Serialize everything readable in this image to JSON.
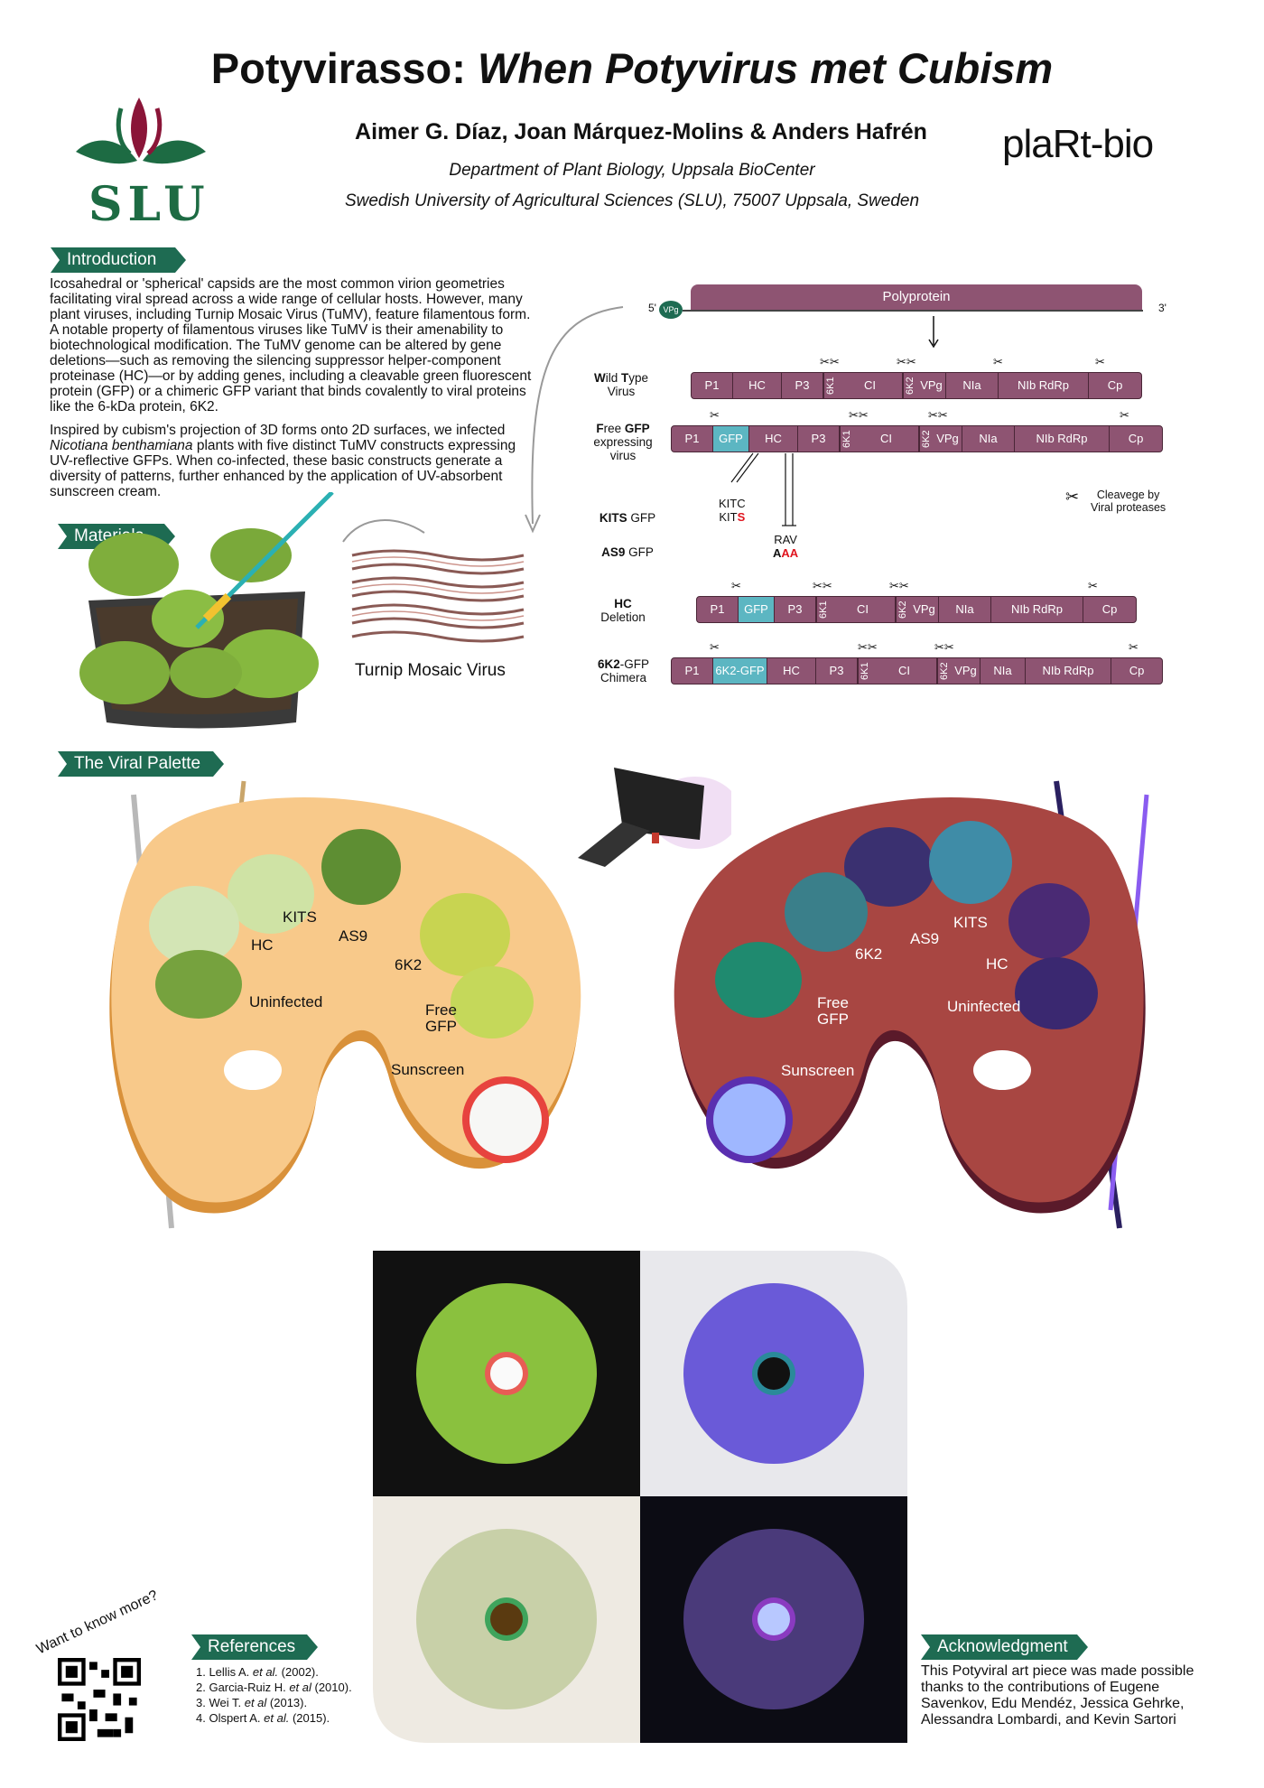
{
  "header": {
    "title_main": "Potyvirasso: ",
    "title_italic": "When Potyvirus met Cubism",
    "authors": "Aimer G. Díaz, Joan Márquez-Molins & Anders Hafrén",
    "affiliation_line1": "Department of Plant Biology, Uppsala BioCenter",
    "affiliation_line2": "Swedish University of Agricultural Sciences (SLU), 75007 Uppsala, Sweden",
    "logo_left_text": "SLU",
    "logo_right_text": "plaRt-bio"
  },
  "colors": {
    "section_tag": "#1e6b52",
    "gene_box": "#8e5472",
    "gfp": "#5cb6c2",
    "slu_green": "#1d6b43",
    "slu_red": "#8a1538",
    "palette_orange": "#f8c98a",
    "palette_red": "#a84642"
  },
  "intro": {
    "heading": "Introduction",
    "para1": "Icosahedral or 'spherical' capsids are the most common virion geometries facilitating viral spread across a wide range of cellular hosts. However, many plant viruses, including Turnip Mosaic Virus (TuMV), feature filamentous form. A notable property of filamentous viruses like TuMV is their amenability to biotechnological modification. The TuMV genome can be altered by gene deletions—such as removing the silencing suppressor helper-component proteinase (HC)—or by adding genes, including a cleavable green fluorescent protein (GFP) or a chimeric GFP variant that binds covalently to viral proteins like the 6-kDa protein, 6K2.",
    "para2_a": "Inspired by cubism's projection of 3D forms onto 2D surfaces, we infected ",
    "para2_italic": "Nicotiana benthamiana",
    "para2_b": " plants with five distinct TuMV constructs expressing UV-reflective GFPs. When co-infected, these basic constructs generate a diversity of patterns, further enhanced by the application of UV-absorbent sunscreen cream."
  },
  "materials": {
    "heading": "Materials",
    "virus_label": "Turnip Mosaic Virus"
  },
  "genome": {
    "polyprotein_label": "Polyprotein",
    "five_prime": "5'",
    "three_prime": "3'",
    "vpg_cap": "VPg",
    "rows": {
      "wt": {
        "label_bold": "W",
        "label_rest1": "ild ",
        "label_bold2": "T",
        "label_rest2": "ype",
        "label_line2": "Virus"
      },
      "free": {
        "label_bold": "F",
        "label_rest1": "ree ",
        "label_bold2": "GFP",
        "label_line2": "expressing",
        "label_line3": "virus"
      },
      "kits": {
        "label_bold": "KITS",
        "label_rest": " GFP"
      },
      "as9": {
        "label_bold": "AS9",
        "label_rest": " GFP"
      },
      "hc": {
        "label_bold": "HC",
        "label_line2": "Deletion"
      },
      "chim": {
        "label_bold": "6K2",
        "label_rest": "-GFP",
        "label_line2": "Chimera"
      }
    },
    "genes": {
      "p1": "P1",
      "hc": "HC",
      "p3": "P3",
      "k1": "6K1",
      "ci": "CI",
      "k2": "6K2",
      "vpg": "VPg",
      "nia": "NIa",
      "nib": "NIb RdRp",
      "cp": "Cp",
      "gfp": "GFP",
      "k2gfp": "6K2-GFP"
    },
    "kitc": "KITC",
    "kits_prefix": "KIT",
    "kits_mut": "S",
    "rav": "RAV",
    "aaa_a": "A",
    "aaa_mut": "AA",
    "cleavage_legend_line1": "Cleavege by",
    "cleavage_legend_line2": "Viral proteases"
  },
  "palette": {
    "heading": "The Viral Palette",
    "left": {
      "kits": "KITS",
      "hc": "HC",
      "as9": "AS9",
      "k2": "6K2",
      "uninfected": "Uninfected",
      "free1": "Free",
      "free2": "GFP",
      "sunscreen": "Sunscreen"
    },
    "right": {
      "k2": "6K2",
      "as9": "AS9",
      "kits": "KITS",
      "hc": "HC",
      "free1": "Free",
      "free2": "GFP",
      "uninfected": "Uninfected",
      "sunscreen": "Sunscreen"
    }
  },
  "qr": {
    "label": "Want to know more?"
  },
  "references": {
    "heading": "References",
    "items": [
      {
        "pre": "1. Lellis A. ",
        "em": "et al.",
        "post": " (2002)."
      },
      {
        "pre": "2. Garcia-Ruiz H. ",
        "em": "et al",
        "post": " (2010)."
      },
      {
        "pre": "3. Wei T. ",
        "em": "et al",
        "post": " (2013)."
      },
      {
        "pre": "4. Olspert A. ",
        "em": "et al.",
        "post": " (2015)."
      }
    ]
  },
  "acknowledgment": {
    "heading": "Acknowledgment",
    "text": "This Potyviral art piece was made possible thanks to the contributions of Eugene Savenkov, Edu Mendéz, Jessica Gehrke, Alessandra Lombardi, and Kevin Sartori"
  }
}
